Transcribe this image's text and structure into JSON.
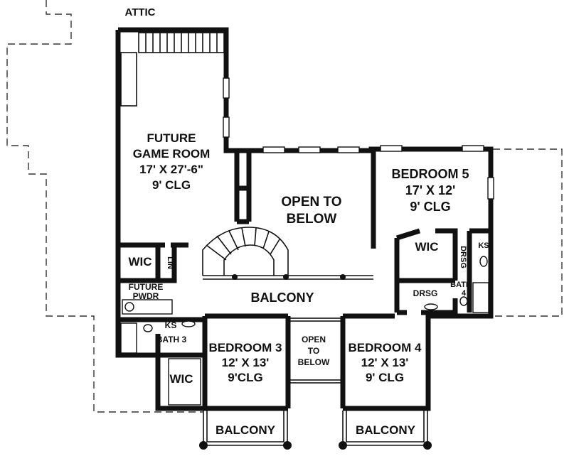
{
  "plan": {
    "attic": "ATTIC",
    "game_room": [
      "FUTURE",
      "GAME ROOM",
      "17' X 27'-6\"",
      "9' CLG"
    ],
    "open_below_main": [
      "OPEN TO",
      "BELOW"
    ],
    "bedroom5": [
      "BEDROOM 5",
      "17' X 12'",
      "9' CLG"
    ],
    "wic_left": "WIC",
    "lin": "LIN",
    "wic_right": "WIC",
    "drsg_vertical": "DRSG",
    "ks_right": "KS",
    "future_pwdr": [
      "FUTURE",
      "PWDR"
    ],
    "balcony_main": "BALCONY",
    "drsg_right": "DRSG",
    "bath4": [
      "BATH",
      "4"
    ],
    "ks_left": "KS",
    "bath3": "BATH 3",
    "bedroom3": [
      "BEDROOM 3",
      "12' X 13'",
      "9'CLG"
    ],
    "open_below_small": [
      "OPEN",
      "TO",
      "BELOW"
    ],
    "bedroom4": [
      "BEDROOM 4",
      "12' X 13'",
      "9' CLG"
    ],
    "wic_bottom": "WIC",
    "balcony_left": "BALCONY",
    "balcony_right": "BALCONY"
  }
}
